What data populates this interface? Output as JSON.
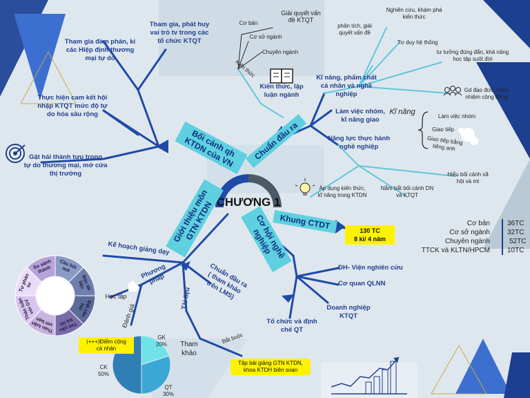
{
  "center": {
    "title": "CHƯƠNG 1"
  },
  "branches": {
    "boi_canh": "Bối cảnh qh\nKTDN của VN",
    "chuan_dau_ra": "Chuẩn đầu ra",
    "khung_ctdt": "Khung CTDT",
    "co_hoi_nghe_nghiep": "Cơ hội nghề\nnghiệp",
    "gioi_thieu_mon": "Giới thiệu môn\nGTN KTDN"
  },
  "boi_canh_items": {
    "dam_phan": "Tham gia đàm phán, kí\ncác Hiệp định thương\nmại tự do",
    "phat_huy": "Tham gia, phát huy\nvai trò tv trong các\ntổ chức KTQT",
    "cam_ket": "Thực hiện cam kết hội\nnhập KTQT mức độ tự\ndo hóa sâu rộng",
    "gat_hai": "Gặt hái thành tựu trong\ntự do thương mại, mở cửa\nthị trường"
  },
  "chuan_dau_ra_items": {
    "kien_thuc": "Kiến thức, lập\nluận ngành",
    "kien_thuc_label": "Kiến thức",
    "co_ban": "Cơ bản",
    "co_so_nganh": "Cơ sở ngành",
    "chuyen_nganh": "Chuyên ngành",
    "giai_quyet_ktqt": "Giải quyết vấn\nđề KTQT",
    "ki_nang": "Kĩ năng, phẩm chất\ncá nhân và nghề\nnghiệp",
    "nghien_cuu": "Nghiên cứu, khám phá\nkiến thức",
    "phan_tich": "phân tích, giải\nquyết vấn đề",
    "tu_duy": "Tư duy hệ thống",
    "tu_tuong": "tư tưởng đúng đắn, khả năng\nhọc tập suốt đời",
    "gd_dao_duc": "Gd đạo đức, trách\nnhiệm cộng đồng",
    "lam_viec_nhom": "Làm việc nhóm,\nkĩ năng giao",
    "ki_nang_label": "Kĩ năng",
    "lam_viec_nhom_2": "Làm việc nhóm",
    "giao_tiep": "Giao tiếp",
    "giao_tiep_tieng_anh": "Giao tiếp bằng\ntiếng anh",
    "nang_luc": "Năng lực thực hành\nnghề nghiệp",
    "hieu_boi_canh": "Hiểu bối cảnh xã\nhội và mt",
    "nam_bat": "Nắm bắt bối cảnh DN\nvà KTQT",
    "ap_dung": "Áp dụng kiến thức,\nkĩ năng trong KTDN"
  },
  "khung_items": {
    "tc_badge": "130 TC\n8 kì/ 4 năm",
    "rows": [
      {
        "label": "Cơ bản",
        "value": "36TC"
      },
      {
        "label": "Cơ sở ngành",
        "value": "32TC"
      },
      {
        "label": "Chuyên ngành",
        "value": "52TC"
      },
      {
        "label": "TTCK và KLTN/HPCM",
        "value": "10TC"
      }
    ]
  },
  "co_hoi_items": {
    "dh_vien": "ĐH- Viện nghiên cứu",
    "co_quan": "Cơ quan QLNN",
    "doanh_nghiep": "Doanh nghiệp\nKTQT",
    "to_chuc": "Tổ chức và định\nchế QT"
  },
  "gioi_thieu_items": {
    "ke_hoach": "Kế hoạch giảng dạy",
    "phuong_phap": "Phương pháp",
    "hoc_tap": "Học tập",
    "danh_gia": "Đánh giá",
    "tai_lieu": "Tài liệu",
    "chuan_dau_ra_lms": "Chuẩn đầu ra\n( tham khảo\ntrên LMS)",
    "tham_khao": "Tham\nkhảo",
    "bat_buoc": "Bắt buộc",
    "tap_bai_giang": "Tập bài giảng GTN KTDN,\nkhoa KTDH biên soạn",
    "diem_cong": "(+++)Điểm cộng\ncá nhân"
  },
  "ring_labels": [
    "Câu hỏi\nmở",
    "Đọc tài\nliệu",
    "Đặt câu\nhỏi",
    "Tìm câu\ntrả lời",
    "Thảo luận\nvới bạn",
    "Thảo luận\nvới GV",
    "Tự phản\ntư",
    "So sánh\nthành"
  ],
  "chart_data": {
    "type": "pie",
    "categories": [
      "GK",
      "QT",
      "CK"
    ],
    "values": [
      20,
      30,
      50
    ],
    "value_labels": [
      "20%",
      "30%",
      "50%"
    ],
    "colors": [
      "#6fe3e8",
      "#3aa7d4",
      "#2f7fb5"
    ]
  }
}
